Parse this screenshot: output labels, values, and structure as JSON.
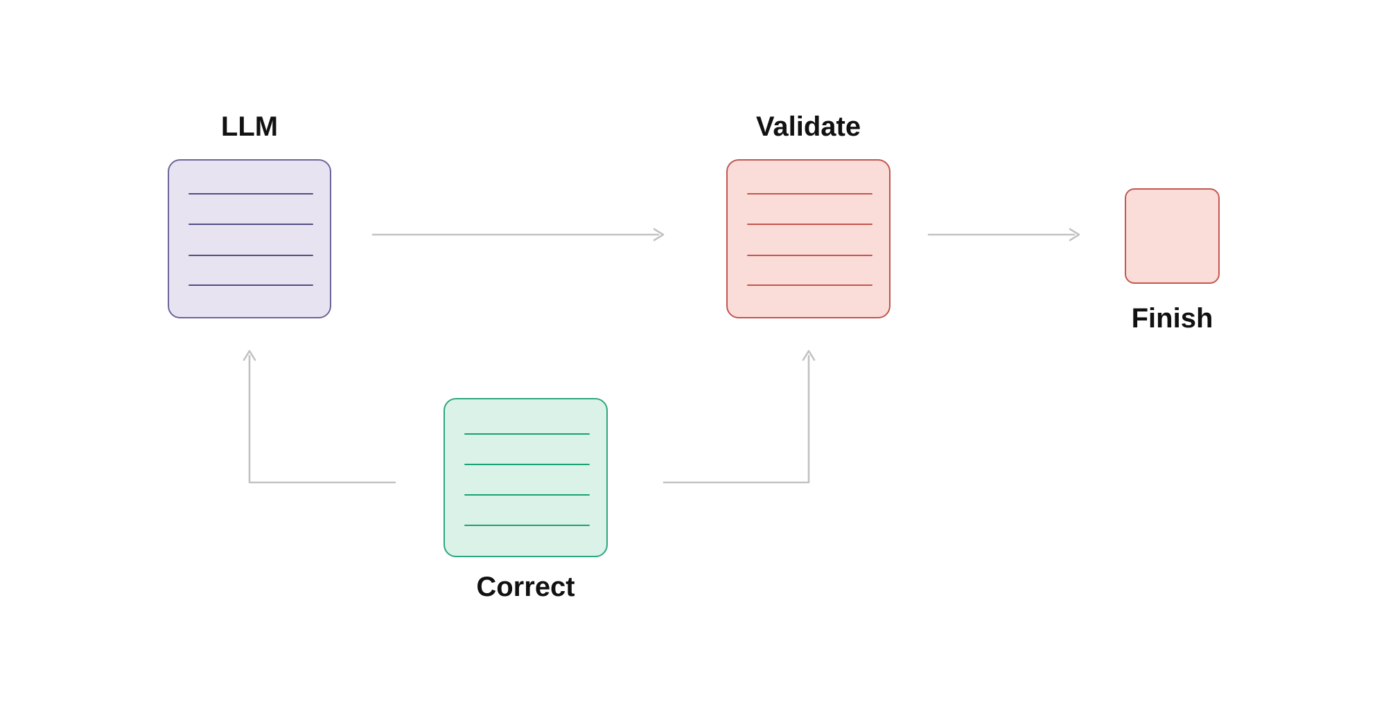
{
  "diagram": {
    "background_color": "#ffffff",
    "arrow_color": "#c2c2c2",
    "label_color": "#111111",
    "nodes": [
      {
        "id": "llm",
        "label": "LLM",
        "fill": "#e7e3f1",
        "border": "#6a6499",
        "line_color": "#514c80",
        "ruled_lines": 4,
        "label_position": "above"
      },
      {
        "id": "validate",
        "label": "Validate",
        "fill": "#fadcd8",
        "border": "#c0544e",
        "line_color": "#c4534c",
        "ruled_lines": 4,
        "label_position": "above"
      },
      {
        "id": "correct",
        "label": "Correct",
        "fill": "#daf2e7",
        "border": "#2ca67d",
        "line_color": "#16a173",
        "ruled_lines": 4,
        "label_position": "below"
      },
      {
        "id": "finish",
        "label": "Finish",
        "fill": "#fadcd8",
        "border": "#c4554f",
        "line_color": "",
        "ruled_lines": 0,
        "label_position": "below"
      }
    ],
    "edges": [
      {
        "from": "llm",
        "to": "validate",
        "style": "straight-right"
      },
      {
        "from": "validate",
        "to": "finish",
        "style": "straight-right"
      },
      {
        "from": "correct",
        "to": "llm",
        "style": "elbow-left-up"
      },
      {
        "from": "correct",
        "to": "validate",
        "style": "elbow-right-up"
      }
    ]
  }
}
